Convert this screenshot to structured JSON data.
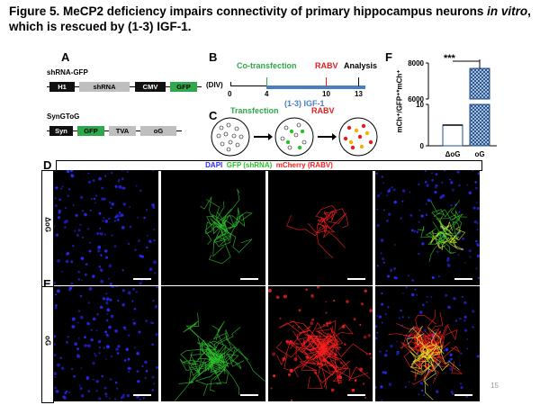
{
  "caption": {
    "part1": "Figure 5. MeCP2 deficiency impairs connectivity of primary hippocampus neurons ",
    "italic": "in vitro",
    "part2": ", which is rescued by (1-3) IGF-1."
  },
  "panelA": {
    "label": "A",
    "construct1_name": "shRNA-GFP",
    "construct1_parts": [
      "H1",
      "shRNA",
      "CMV",
      "GFP"
    ],
    "construct2_name": "SynGToG",
    "construct2_parts": [
      "Syn",
      "GFP",
      "TVA",
      "oG"
    ]
  },
  "panelB": {
    "label": "B",
    "div_label": "(DIV)",
    "ticks": [
      "0",
      "4",
      "10",
      "13"
    ],
    "event_cotransfection": "Co-transfection",
    "event_rabv": "RABV",
    "event_analysis": "Analysis",
    "treatment": "(1-3) IGF-1"
  },
  "panelC": {
    "label": "C",
    "step1": "Transfection",
    "step2": "RABV"
  },
  "panelF": {
    "label": "F",
    "ylabel": "mCh⁺/GFP⁺*mCh⁺",
    "significance": "***"
  },
  "chart_data": {
    "type": "bar",
    "categories": [
      "ΔoG",
      "oG"
    ],
    "values": [
      5,
      7700
    ],
    "error": [
      1,
      700
    ],
    "ylim_low": [
      0,
      10
    ],
    "ylim_high": [
      6000,
      8000
    ],
    "yticks_low": [
      "0",
      "10"
    ],
    "yticks_high": [
      "6000",
      "8000"
    ],
    "ylabel": "mCh⁺/GFP⁺*mCh⁺",
    "colors": [
      "#1f4e8c",
      "#1f4e8c"
    ]
  },
  "panelD": {
    "label": "D",
    "legend_dapi": "DAPI",
    "legend_gfp": "GFP (shRNA)",
    "legend_mcherry": "mCherry (RABV)",
    "row_label": "ΔoG"
  },
  "panelE": {
    "label": "E",
    "row_label": "oG"
  },
  "colors": {
    "dapi": "#2a2aff",
    "gfp": "#2bbf2b",
    "mcherry": "#ff2020",
    "bar_fill": "#1f4e8c"
  },
  "page_number": "15"
}
